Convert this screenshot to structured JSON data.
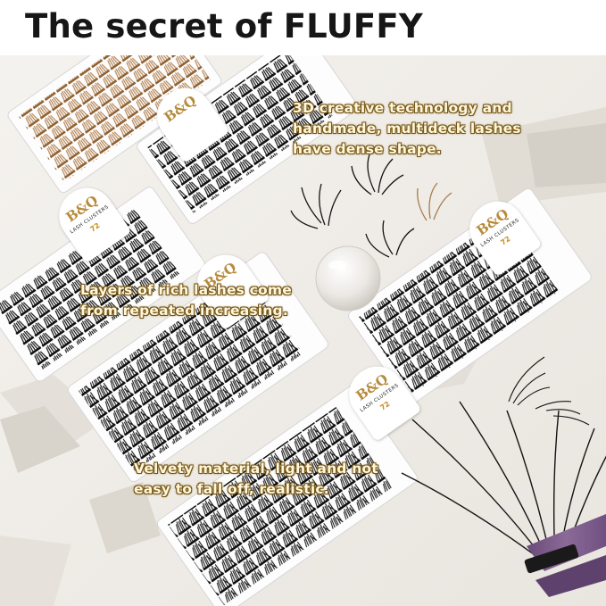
{
  "title": "The secret of FLUFFY",
  "captions": {
    "top": [
      "3D creative technology and",
      "handmade, multideck lashes",
      "have dense shape."
    ],
    "middle": [
      "Layers of rich lashes come",
      "from repeated increasing."
    ],
    "bottom": [
      "Velvety material, light and not",
      "easy to fall off, realistic."
    ]
  },
  "brand": {
    "logo": "B&Q",
    "product": "LASH CLUSTERS",
    "size": "72"
  },
  "colors": {
    "title_text": "#161616",
    "caption_fill": "#fff7dc",
    "caption_outline": "#6e5016",
    "brown_lash": "#b98a5e",
    "black_lash": "#161616",
    "tweezer": "#7b5a87"
  }
}
